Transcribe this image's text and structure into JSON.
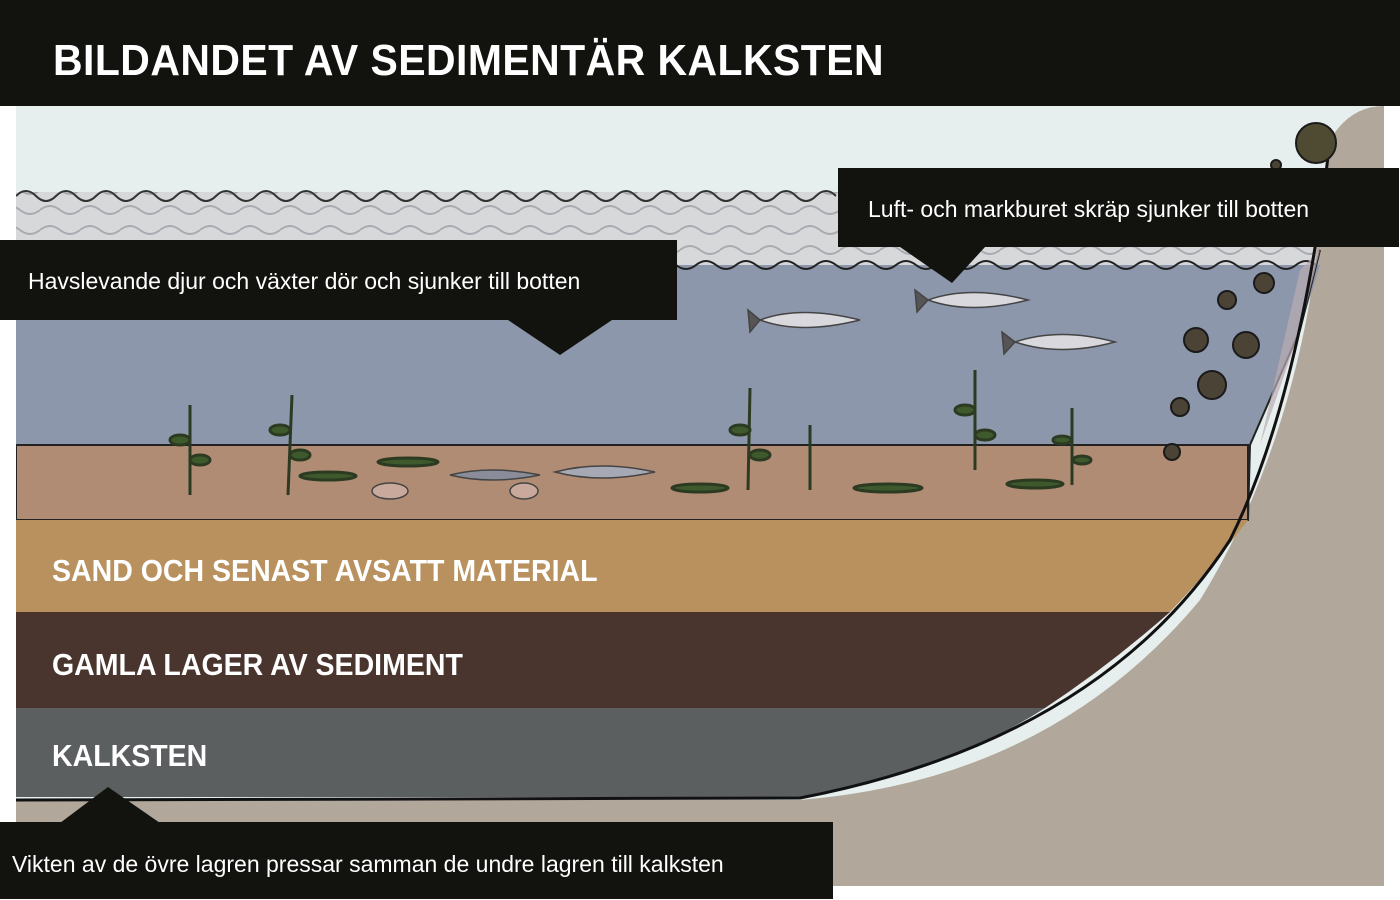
{
  "title": "BILDANDET AV SEDIMENTÄR KALKSTEN",
  "callouts": {
    "organisms": "Havslevande djur och växter dör och sjunker till botten",
    "debris": "Luft- och markburet skräp sjunker till botten",
    "compression": "Vikten av de övre lagren pressar samman de undre lagren till kalksten"
  },
  "layers": {
    "sand": "SAND OCH SENAST AVSATT MATERIAL",
    "old": "GAMLA LAGER AV SEDIMENT",
    "limestone": "KALKSTEN"
  },
  "colors": {
    "header": "#12120f",
    "sky": "#e6efee",
    "water": "#8d97ac",
    "seabed": "#b08c74",
    "sand": "#b8915f",
    "old_sediment": "#4a352e",
    "limestone": "#5b5f60",
    "bedrock": "#b1a79b"
  }
}
